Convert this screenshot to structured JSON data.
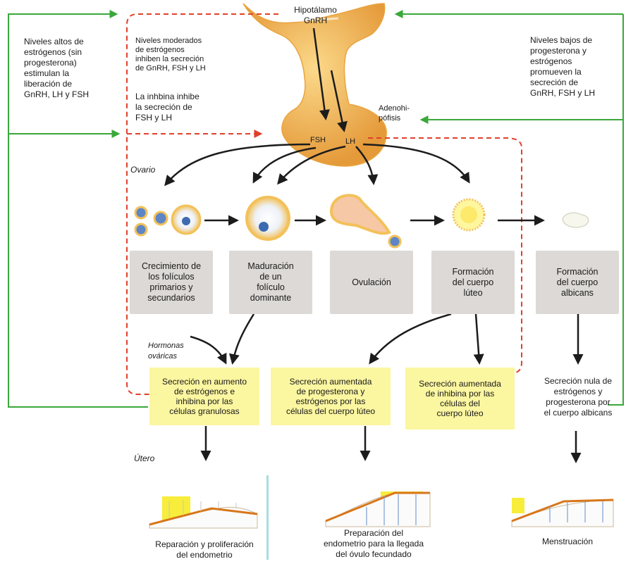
{
  "top": {
    "hypothalamus_label": "Hipotálamo",
    "gnrh_label": "GnRH",
    "adenohypophysis_label": "Adenohi-\npófisis",
    "fsh_label": "FSH",
    "lh_label": "LH",
    "ovary_label": "Ovario",
    "hormones_label": "Hormonas\nováricas",
    "uterus_label": "Útero"
  },
  "feedback": {
    "high_estrogen": "Niveles altos de\nestrógenos (sin\nprogesterona)\nestimulan la\nliberación de\nGnRH, LH y FSH",
    "moderate_estrogen": "Niveles moderados\nde estrógenos\ninhiben la secreción\nde GnRH, FSH y LH",
    "inhibin": "La inhbina inhibe\nla secreción de\nFSH y LH",
    "low_progesterone": "Niveles bajos de\nprogesterona y\nestrógenos\npromueven la\nsecreción de\nGnRH, FSH y LH"
  },
  "stages": [
    {
      "label": "Crecimiento de\nlos folículos\nprimarios y\nsecundarios"
    },
    {
      "label": "Maduración\nde un\nfolículo\ndominante"
    },
    {
      "label": "Ovulación"
    },
    {
      "label": "Formación\ndel cuerpo\nlúteo"
    },
    {
      "label": "Formación\ndel cuerpo\nalbicans"
    }
  ],
  "secretions": [
    {
      "label": "Secreción en aumento\nde estrógenos e\ninhibina por las\ncélulas granulosas"
    },
    {
      "label": "Secreción aumentada\nde progesterona y\nestrógenos por las\ncélulas del cuerpo lúteo"
    },
    {
      "label": "Secreción aumentada\nde inhibina por las\ncélulas del\ncuerpo lúteo"
    },
    {
      "label": "Secreción nula de\nestrógenos y\nprogesterona por\nel cuerpo albicans"
    }
  ],
  "uterus_phases": [
    {
      "label": "Reparación y proliferación\ndel endometrio"
    },
    {
      "label": "Preparación del\nendometrio para la llegada\ndel óvulo fecundado"
    },
    {
      "label": "Menstruación"
    }
  ],
  "colors": {
    "positive_feedback": "#3aa83a",
    "negative_feedback": "#e0402a",
    "arrow": "#1c1c1c",
    "stage_box": "#dcd9d6",
    "secretion_box": "#fbf6a0",
    "gland": "#f0b24a"
  }
}
